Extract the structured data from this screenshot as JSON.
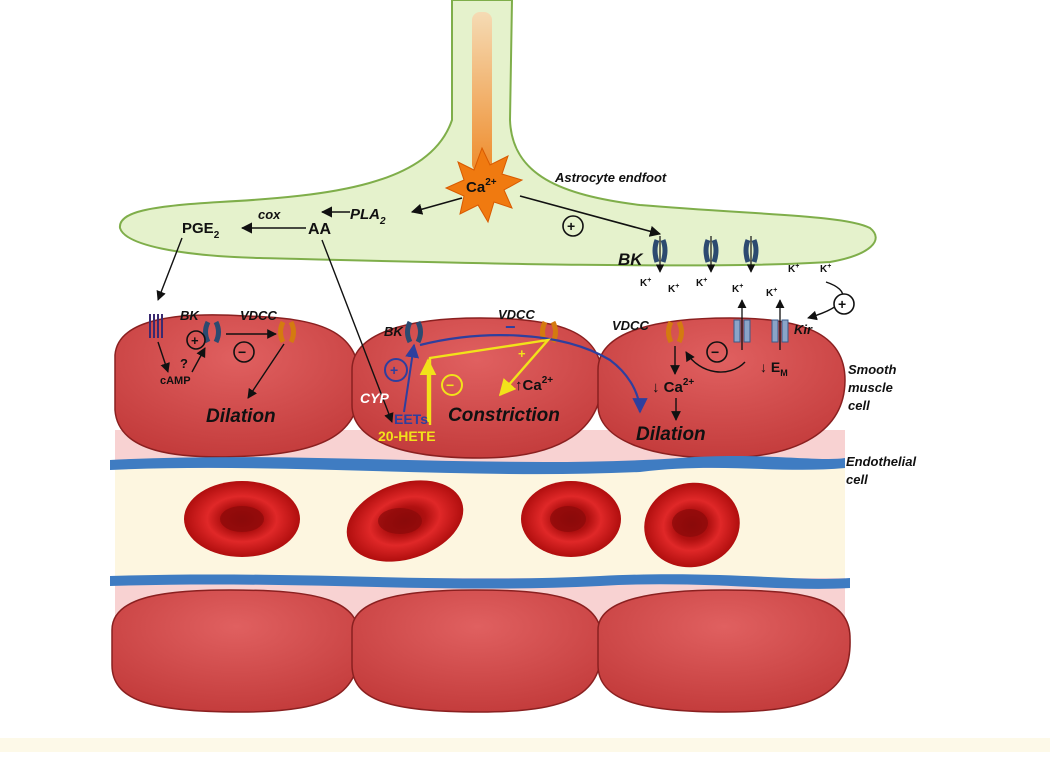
{
  "colors": {
    "astrocyte_fill": "#e5f2cc",
    "astrocyte_stroke": "#7fae4a",
    "smooth_muscle": "#d24b4b",
    "endothelium": "#3f7cc2",
    "lumen": "#fdf6e0",
    "rbc": "#c81414",
    "calcium_star": "#f07a10",
    "yellow_path": "#f2e21a",
    "blue_path": "#2e3f9e",
    "bottom_band": "#fdf9e8"
  },
  "labels": {
    "astrocyte_endfoot": "Astrocyte endfoot",
    "smooth_muscle": [
      "Smooth",
      "muscle",
      "cell"
    ],
    "endothelial": [
      "Endothelial",
      "cell"
    ],
    "ca_star": "Ca",
    "ca_sup": "2+",
    "pla2": "PLA",
    "pla2_sub": "2",
    "aa": "AA",
    "cox": "cox",
    "pge2": "PGE",
    "pge2_sub": "2",
    "plus": "+",
    "minus": "−",
    "bk": "BK",
    "kplus": "K",
    "kplus_sup": "+",
    "vdcc": "VDCC",
    "kir": "Kir",
    "em": "E",
    "em_sub": "M",
    "question": "?",
    "camp": "cAMP",
    "dilation": "Dilation",
    "constriction": "Constriction",
    "cyp": "CYP",
    "eets": "EETs",
    "hete": "20-HETE",
    "ca2": "Ca",
    "ca2_sup": "2+"
  }
}
